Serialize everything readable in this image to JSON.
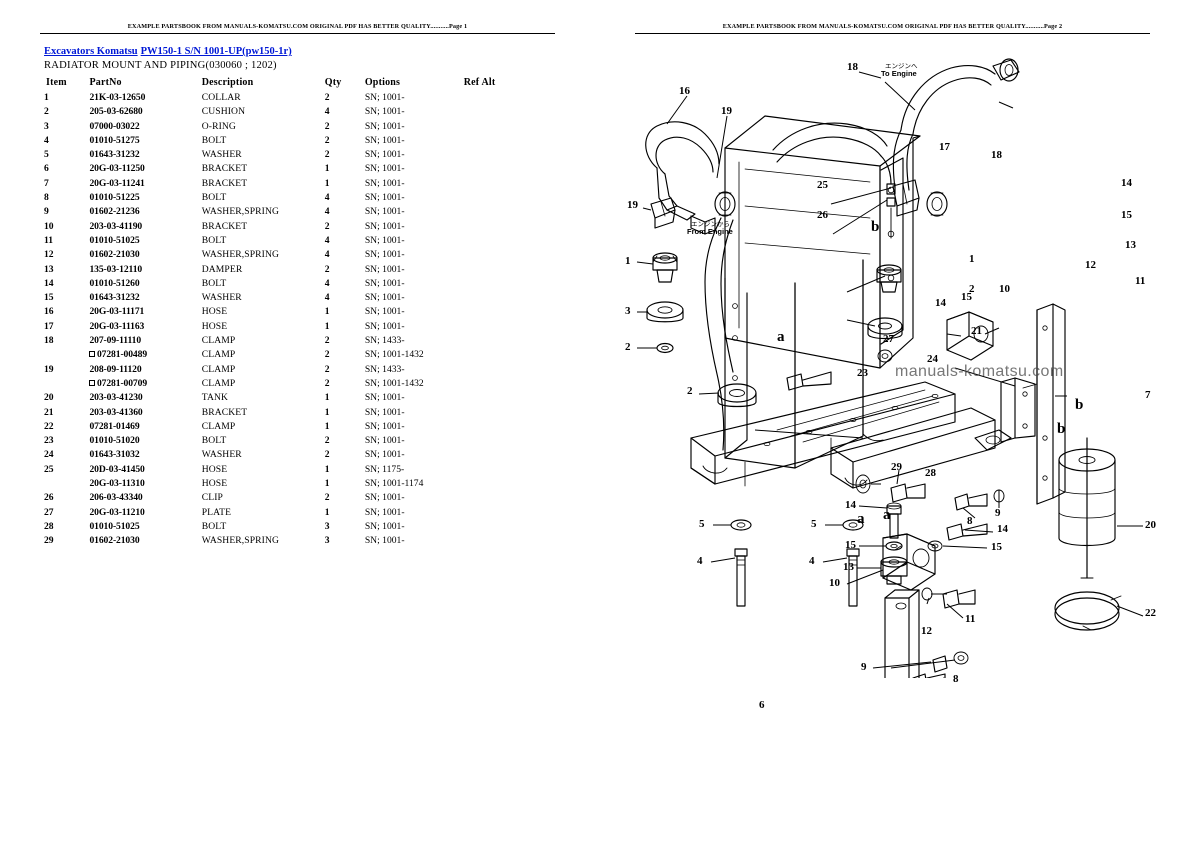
{
  "header": {
    "left_text": "EXAMPLE PARTSBOOK FROM MANUALS-KOMATSU.COM ORIGINAL PDF HAS BETTER QUALITY...........Page 1",
    "right_text": "EXAMPLE PARTSBOOK FROM MANUALS-KOMATSU.COM ORIGINAL PDF HAS BETTER QUALITY...........Page 2"
  },
  "breadcrumb": {
    "category": "Excavators Komatsu",
    "model": "PW150-1 S/N 1001-UP(pw150-1r)"
  },
  "section_title": "RADIATOR MOUNT AND PIPING(030060 ; 1202)",
  "table": {
    "columns": [
      "Item",
      "PartNo",
      "Description",
      "Qty",
      "Options",
      "Ref Alt"
    ],
    "rows": [
      {
        "item": "1",
        "part": "21K-03-12650",
        "desc": "COLLAR",
        "qty": "2",
        "opt": "SN; 1001-",
        "ref": "",
        "sub": false
      },
      {
        "item": "2",
        "part": "205-03-62680",
        "desc": "CUSHION",
        "qty": "4",
        "opt": "SN; 1001-",
        "ref": "",
        "sub": false
      },
      {
        "item": "3",
        "part": "07000-03022",
        "desc": "O-RING",
        "qty": "2",
        "opt": "SN; 1001-",
        "ref": "",
        "sub": false
      },
      {
        "item": "4",
        "part": "01010-51275",
        "desc": "BOLT",
        "qty": "2",
        "opt": "SN; 1001-",
        "ref": "",
        "sub": false
      },
      {
        "item": "5",
        "part": "01643-31232",
        "desc": "WASHER",
        "qty": "2",
        "opt": "SN; 1001-",
        "ref": "",
        "sub": false
      },
      {
        "item": "6",
        "part": "20G-03-11250",
        "desc": "BRACKET",
        "qty": "1",
        "opt": "SN; 1001-",
        "ref": "",
        "sub": false
      },
      {
        "item": "7",
        "part": "20G-03-11241",
        "desc": "BRACKET",
        "qty": "1",
        "opt": "SN; 1001-",
        "ref": "",
        "sub": false
      },
      {
        "item": "8",
        "part": "01010-51225",
        "desc": "BOLT",
        "qty": "4",
        "opt": "SN; 1001-",
        "ref": "",
        "sub": false
      },
      {
        "item": "9",
        "part": "01602-21236",
        "desc": "WASHER,SPRING",
        "qty": "4",
        "opt": "SN; 1001-",
        "ref": "",
        "sub": false
      },
      {
        "item": "10",
        "part": "203-03-41190",
        "desc": "BRACKET",
        "qty": "2",
        "opt": "SN; 1001-",
        "ref": "",
        "sub": false
      },
      {
        "item": "11",
        "part": "01010-51025",
        "desc": "BOLT",
        "qty": "4",
        "opt": "SN; 1001-",
        "ref": "",
        "sub": false
      },
      {
        "item": "12",
        "part": "01602-21030",
        "desc": "WASHER,SPRING",
        "qty": "4",
        "opt": "SN; 1001-",
        "ref": "",
        "sub": false
      },
      {
        "item": "13",
        "part": "135-03-12110",
        "desc": "DAMPER",
        "qty": "2",
        "opt": "SN; 1001-",
        "ref": "",
        "sub": false
      },
      {
        "item": "14",
        "part": "01010-51260",
        "desc": "BOLT",
        "qty": "4",
        "opt": "SN; 1001-",
        "ref": "",
        "sub": false
      },
      {
        "item": "15",
        "part": "01643-31232",
        "desc": "WASHER",
        "qty": "4",
        "opt": "SN; 1001-",
        "ref": "",
        "sub": false
      },
      {
        "item": "16",
        "part": "20G-03-11171",
        "desc": "HOSE",
        "qty": "1",
        "opt": "SN; 1001-",
        "ref": "",
        "sub": false
      },
      {
        "item": "17",
        "part": "20G-03-11163",
        "desc": "HOSE",
        "qty": "1",
        "opt": "SN; 1001-",
        "ref": "",
        "sub": false
      },
      {
        "item": "18",
        "part": "207-09-11110",
        "desc": "CLAMP",
        "qty": "2",
        "opt": "SN; 1433-",
        "ref": "",
        "sub": false
      },
      {
        "item": "",
        "part": "07281-00489",
        "desc": "CLAMP",
        "qty": "2",
        "opt": "SN; 1001-1432",
        "ref": "",
        "sub": true
      },
      {
        "item": "19",
        "part": "208-09-11120",
        "desc": "CLAMP",
        "qty": "2",
        "opt": "SN; 1433-",
        "ref": "",
        "sub": false
      },
      {
        "item": "",
        "part": "07281-00709",
        "desc": "CLAMP",
        "qty": "2",
        "opt": "SN; 1001-1432",
        "ref": "",
        "sub": true
      },
      {
        "item": "20",
        "part": "203-03-41230",
        "desc": "TANK",
        "qty": "1",
        "opt": "SN; 1001-",
        "ref": "",
        "sub": false
      },
      {
        "item": "21",
        "part": "203-03-41360",
        "desc": "BRACKET",
        "qty": "1",
        "opt": "SN; 1001-",
        "ref": "",
        "sub": false
      },
      {
        "item": "22",
        "part": "07281-01469",
        "desc": "CLAMP",
        "qty": "1",
        "opt": "SN; 1001-",
        "ref": "",
        "sub": false
      },
      {
        "item": "23",
        "part": "01010-51020",
        "desc": "BOLT",
        "qty": "2",
        "opt": "SN; 1001-",
        "ref": "",
        "sub": false
      },
      {
        "item": "24",
        "part": "01643-31032",
        "desc": "WASHER",
        "qty": "2",
        "opt": "SN; 1001-",
        "ref": "",
        "sub": false
      },
      {
        "item": "25",
        "part": "20D-03-41450",
        "desc": "HOSE",
        "qty": "1",
        "opt": "SN; 1175-",
        "ref": "",
        "sub": false
      },
      {
        "item": "",
        "part": "20G-03-11310",
        "desc": "HOSE",
        "qty": "1",
        "opt": "SN; 1001-1174",
        "ref": "",
        "sub": false
      },
      {
        "item": "26",
        "part": "206-03-43340",
        "desc": "CLIP",
        "qty": "2",
        "opt": "SN; 1001-",
        "ref": "",
        "sub": false
      },
      {
        "item": "27",
        "part": "20G-03-11210",
        "desc": "PLATE",
        "qty": "1",
        "opt": "SN; 1001-",
        "ref": "",
        "sub": false
      },
      {
        "item": "28",
        "part": "01010-51025",
        "desc": "BOLT",
        "qty": "3",
        "opt": "SN; 1001-",
        "ref": "",
        "sub": false
      },
      {
        "item": "29",
        "part": "01602-21030",
        "desc": "WASHER,SPRING",
        "qty": "3",
        "opt": "SN; 1001-",
        "ref": "",
        "sub": false
      }
    ]
  },
  "diagram": {
    "watermark": "manuals-komatsu.com",
    "annotations": [
      {
        "id": "to-engine-jp",
        "text": "エンジンへ"
      },
      {
        "id": "to-engine-en",
        "text": "To Engine"
      },
      {
        "id": "from-engine-jp",
        "text": "エンジンから"
      },
      {
        "id": "from-engine-en",
        "text": "From Engine"
      }
    ],
    "callouts": [
      "16",
      "19",
      "19",
      "18",
      "17",
      "18",
      "25",
      "26",
      "14",
      "15",
      "13",
      "12",
      "11",
      "10",
      "15",
      "14",
      "1",
      "2",
      "3",
      "2",
      "1",
      "2",
      "21",
      "27",
      "23",
      "24",
      "29",
      "28",
      "5",
      "5",
      "4",
      "4",
      "14",
      "15",
      "13",
      "10",
      "15",
      "14",
      "12",
      "11",
      "8",
      "9",
      "7",
      "20",
      "22",
      "6",
      "8",
      "9"
    ],
    "letter_markers": [
      "a",
      "b",
      "a",
      "b",
      "a",
      "b"
    ]
  }
}
